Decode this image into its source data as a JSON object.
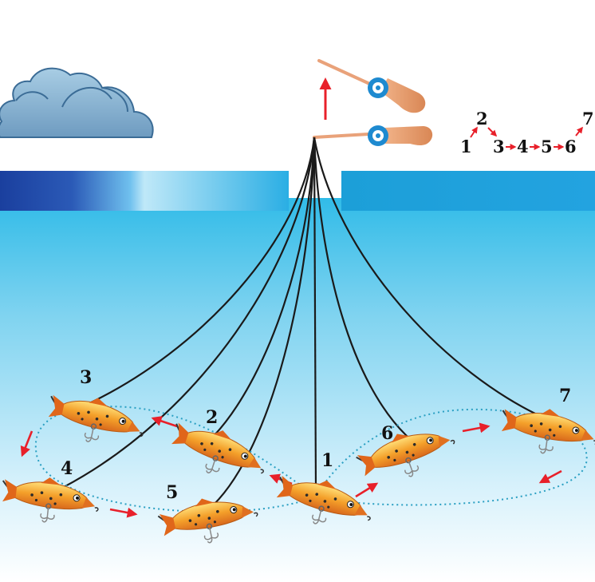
{
  "diagram": {
    "lure_positions": [
      {
        "id": "lure-1",
        "label": "1"
      },
      {
        "id": "lure-2",
        "label": "2"
      },
      {
        "id": "lure-3",
        "label": "3"
      },
      {
        "id": "lure-4",
        "label": "4"
      },
      {
        "id": "lure-5",
        "label": "5"
      },
      {
        "id": "lure-6",
        "label": "6"
      },
      {
        "id": "lure-7",
        "label": "7"
      }
    ],
    "sequence_legend": [
      "1",
      "2",
      "3",
      "4",
      "5",
      "6",
      "7"
    ],
    "icons": [
      "cloud-icon",
      "fishing-rod-icon",
      "lure-icon",
      "arrow-icon"
    ],
    "colors": {
      "water_top": "#1fb6e6",
      "water_bottom": "#e8f7fd",
      "ice": "#1a3f9e",
      "trajectory": "#2a9fc2",
      "arrow": "#e8202a",
      "line": "#1a1a1a",
      "lure_body": "#f0a030",
      "rod_handle": "#e8a070",
      "reel": "#1e8ad0"
    }
  }
}
